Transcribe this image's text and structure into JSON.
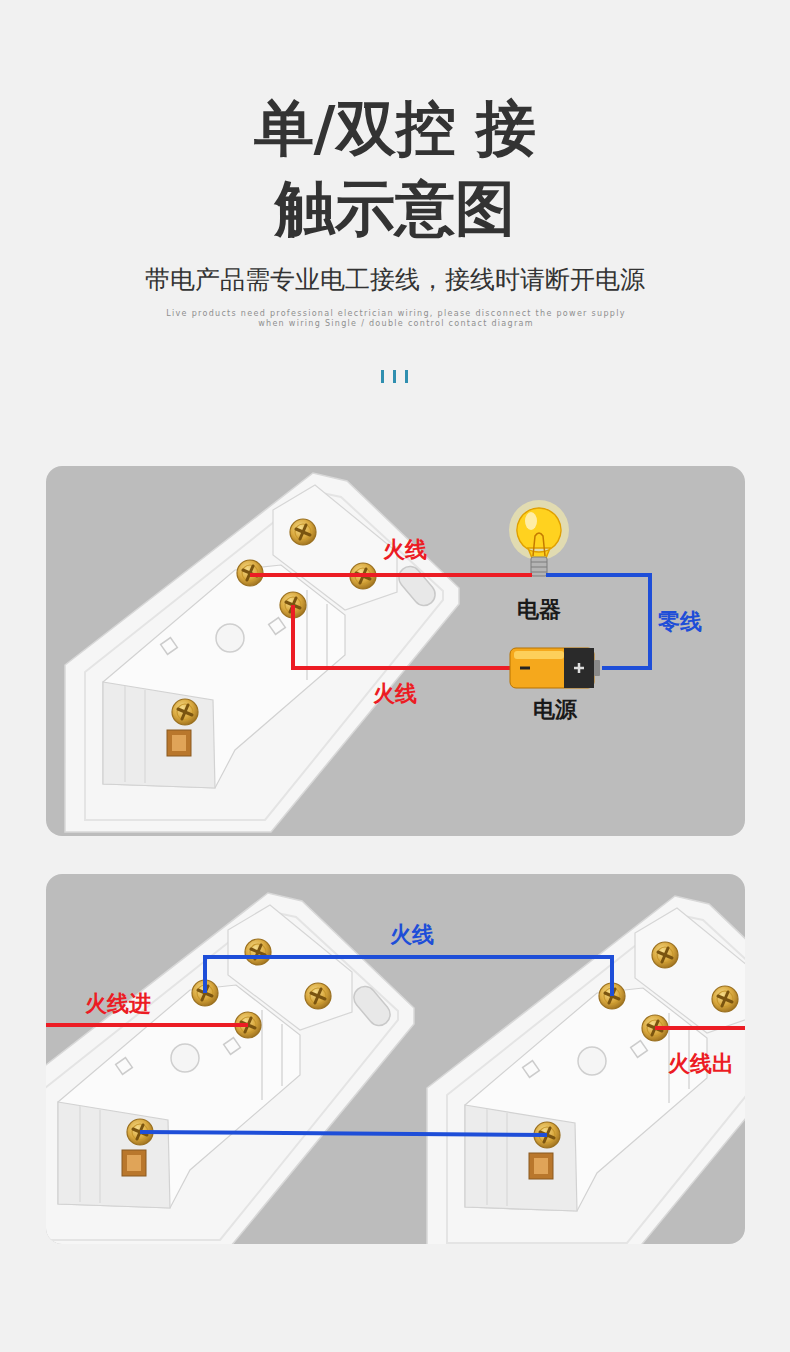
{
  "diagram": {
    "title": "单/双控 接触示意图",
    "nodes": [
      {
        "text": [
          "电器"
        ]
      },
      {
        "text": [
          "电源"
        ]
      }
    ],
    "edges": [
      {
        "from": 0,
        "to": 1,
        "arrow": "none",
        "label": "零线"
      }
    ],
    "labels": [
      "带电产品需专业电工接线，接线时请断开电源",
      "Live products need professional electrician wiring, please disconnect the power supply when wiring Single / double control contact diagram",
      "火线",
      "火线",
      "火线",
      "火线进",
      "火线出"
    ]
  }
}
